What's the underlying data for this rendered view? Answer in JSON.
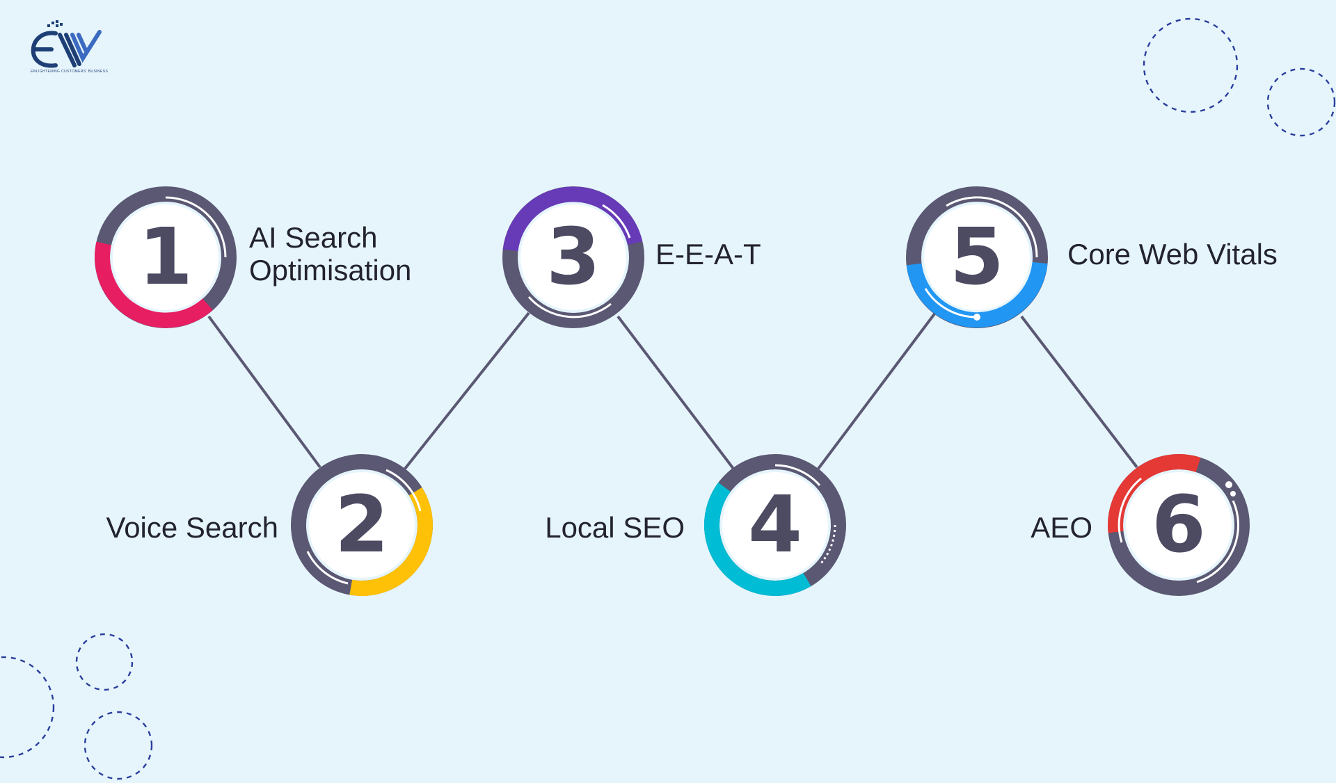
{
  "logo": {
    "tagline": "ENLIGHTENING CUSTOMERS' BUSINESS",
    "brand_color": "#1e3f75"
  },
  "colors": {
    "background": "#e6f5fc",
    "ring": "#5a5873",
    "connector": "#5a5873",
    "numeral": "#4d4b62",
    "label": "#23232f",
    "decor_dash": "#2a3e9c"
  },
  "steps": [
    {
      "number": "1",
      "label_lines": [
        "AI Search",
        "Optimisation"
      ],
      "accent": "#e81e63"
    },
    {
      "number": "2",
      "label_lines": [
        "Voice Search"
      ],
      "accent": "#ffc107"
    },
    {
      "number": "3",
      "label_lines": [
        "E-E-A-T"
      ],
      "accent": "#673ab7"
    },
    {
      "number": "4",
      "label_lines": [
        "Local SEO"
      ],
      "accent": "#00bcd4"
    },
    {
      "number": "5",
      "label_lines": [
        "Core Web Vitals"
      ],
      "accent": "#2196f3"
    },
    {
      "number": "6",
      "label_lines": [
        "AEO"
      ],
      "accent": "#e53935"
    }
  ]
}
